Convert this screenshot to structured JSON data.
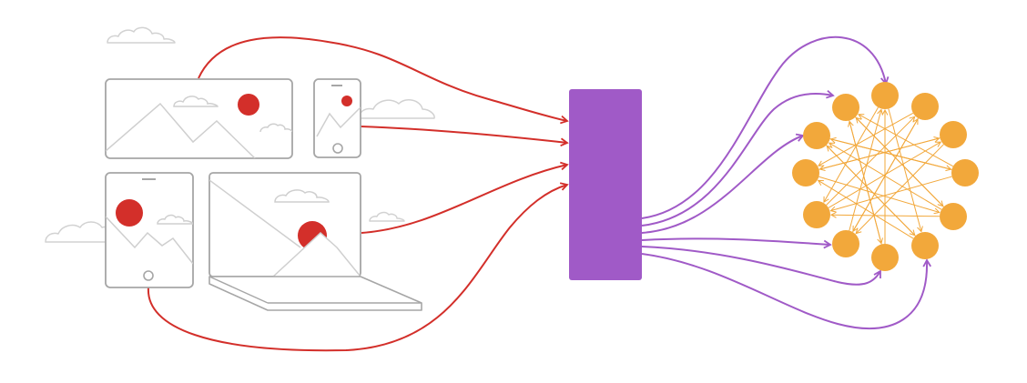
{
  "colors": {
    "background": "#ffffff",
    "outline": "#a6a6a6",
    "cloud": "#d2d2d2",
    "screen_line": "#cfcfcf",
    "sun": "#d32f2a",
    "input_arrow": "#d32f2a",
    "hub": "#a05ac7",
    "output_arrow": "#a05ac7",
    "node": "#f2a83b",
    "edge": "#f2a83b"
  },
  "diagram": {
    "devices": [
      {
        "name": "desktop-monitor",
        "icon": "desktop-monitor-icon"
      },
      {
        "name": "smartphone",
        "icon": "smartphone-icon"
      },
      {
        "name": "tablet",
        "icon": "tablet-icon"
      },
      {
        "name": "laptop",
        "icon": "laptop-icon"
      }
    ],
    "hub": {
      "icon": "processing-block"
    },
    "network": {
      "node_count": 12,
      "icon": "node-network"
    }
  }
}
